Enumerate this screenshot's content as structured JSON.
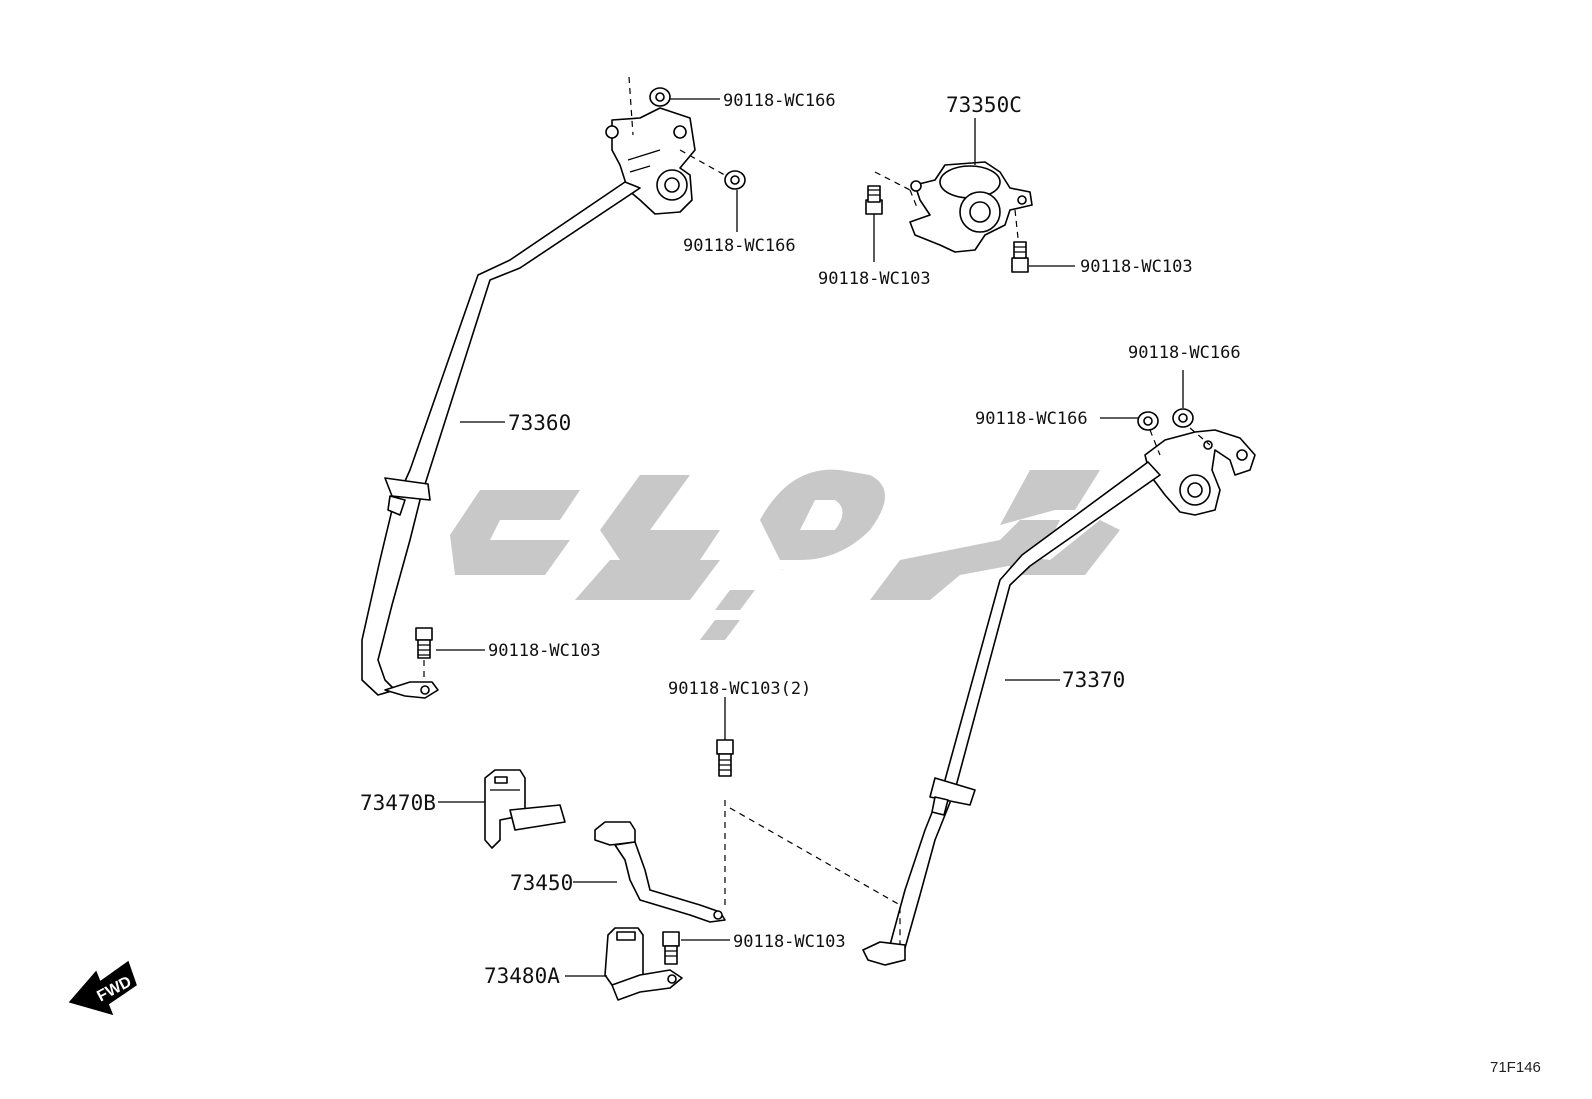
{
  "diagram_code": "71F146",
  "fwd_label": "FWD",
  "watermark_text": "تاوپارت",
  "parts": {
    "nut_top_left_1": "90118-WC166",
    "nut_top_left_2": "90118-WC166",
    "retractor_center": "73350C",
    "bolt_center_left": "90118-WC103",
    "bolt_center_right": "90118-WC103",
    "belt_left": "73360",
    "bolt_left_anchor": "90118-WC103",
    "nut_right_top": "90118-WC166",
    "nut_right_side": "90118-WC166",
    "belt_right": "73370",
    "bolt_center_2": "90118-WC103(2)",
    "buckle_b": "73470B",
    "buckle_belt": "73450",
    "bolt_bottom": "90118-WC103",
    "buckle_a": "73480A"
  }
}
